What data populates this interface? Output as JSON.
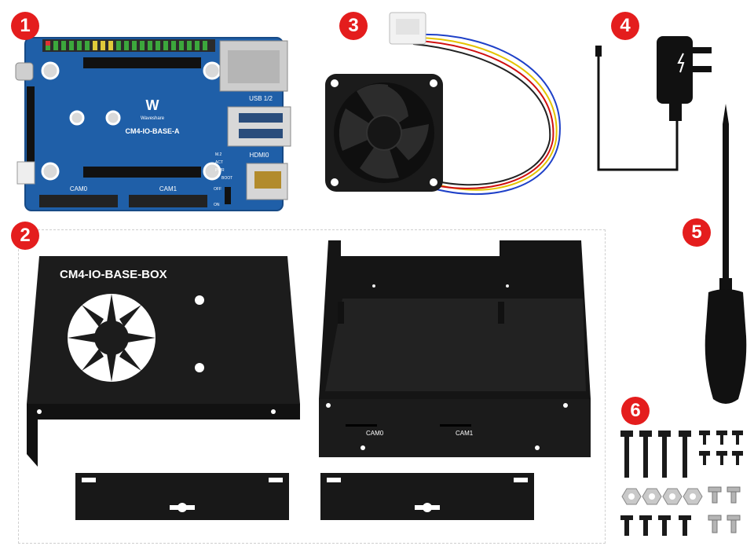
{
  "badges": [
    "1",
    "2",
    "3",
    "4",
    "5",
    "6"
  ],
  "board": {
    "name": "CM4-IO-BASE-A",
    "brand": "Waveshare",
    "usb_label": "USB 1/2",
    "hdmi_label": "HDMI0",
    "cam0_label": "CAM0",
    "cam1_label": "CAM1",
    "led_labels": [
      "M.2",
      "ACT",
      "PWR",
      "BOOT"
    ],
    "switch_labels": [
      "OFF",
      "ON"
    ]
  },
  "case": {
    "lid_text": "CM4-IO-BASE-BOX",
    "cam0_label": "CAM0",
    "cam1_label": "CAM1"
  },
  "colors": {
    "badge": "#e41d1d",
    "pcb": "#1f5fa8",
    "metal": "#1b1b1b"
  },
  "icons": [
    "fan-icon",
    "power-adapter-icon",
    "screwdriver-icon",
    "screw-icon",
    "nut-icon"
  ]
}
